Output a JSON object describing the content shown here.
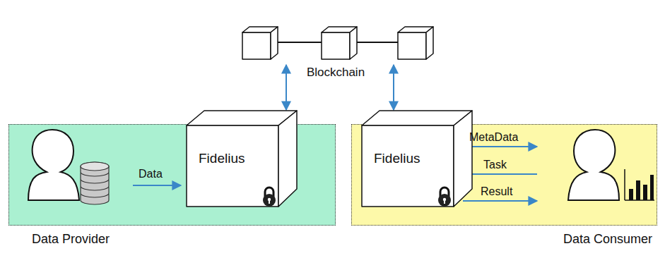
{
  "diagram": {
    "nodes": [
      {
        "text": [
          "Blockchain"
        ]
      },
      {
        "text": [
          "Data Provider"
        ]
      },
      {
        "text": [
          "Fidelius"
        ],
        "in": 1
      },
      {
        "text": [
          "Data Consumer"
        ]
      },
      {
        "text": [
          "Fidelius"
        ],
        "in": 3
      }
    ],
    "edges": [
      {
        "from": 2,
        "to": 0,
        "arrow": "both"
      },
      {
        "from": 4,
        "to": 0,
        "arrow": "both"
      }
    ],
    "labels": [
      "Data",
      "MetaData",
      "Task",
      "Result"
    ]
  }
}
